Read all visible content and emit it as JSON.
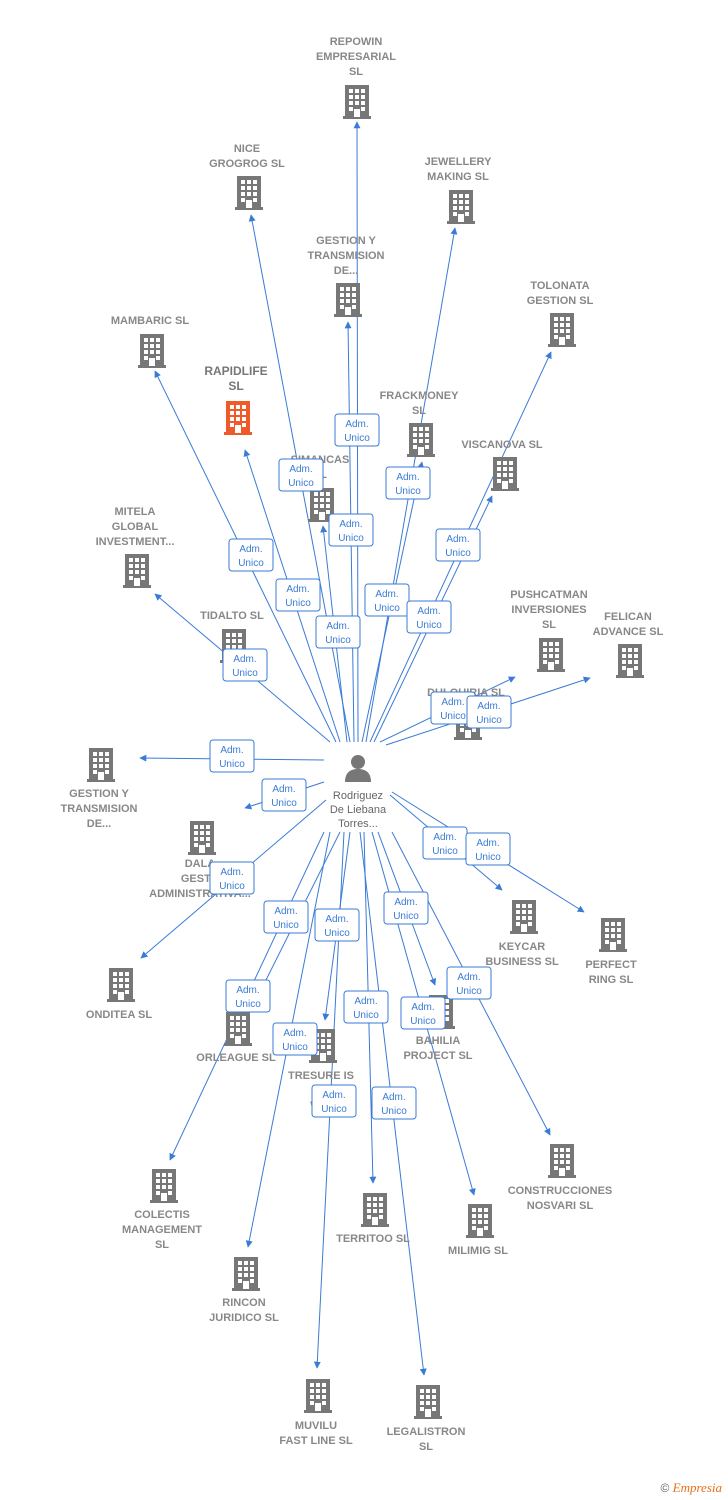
{
  "colors": {
    "edge": "#3a7bd5",
    "building": "#777777",
    "highlight": "#f05a28",
    "badge_border": "#3a7bd5"
  },
  "center": {
    "label_lines": [
      "Rodriguez",
      "De Liebana",
      "Torres..."
    ],
    "icon": "person-icon"
  },
  "badge_text": [
    "Adm.",
    "Unico"
  ],
  "nodes": [
    {
      "id": "repowin",
      "lines": [
        "REPOWIN",
        "EMPRESARIAL",
        "SL"
      ]
    },
    {
      "id": "nice",
      "lines": [
        "NICE",
        "GROGROG SL"
      ]
    },
    {
      "id": "jewellery",
      "lines": [
        "JEWELLERY",
        "MAKING SL"
      ]
    },
    {
      "id": "gestion-transmision-top",
      "lines": [
        "GESTION Y",
        "TRANSMISION",
        "DE..."
      ]
    },
    {
      "id": "tolonata",
      "lines": [
        "TOLONATA",
        "GESTION SL"
      ]
    },
    {
      "id": "mambaric",
      "lines": [
        "MAMBARIC SL"
      ]
    },
    {
      "id": "rapidlife",
      "lines": [
        "RAPIDLIFE",
        "SL"
      ],
      "highlight": true
    },
    {
      "id": "frackmoney",
      "lines": [
        "FRACKMONEY",
        "SL"
      ]
    },
    {
      "id": "simancas",
      "lines": [
        "SIMANCAS",
        "SL"
      ]
    },
    {
      "id": "viscanova",
      "lines": [
        "VISCANOVA SL"
      ]
    },
    {
      "id": "mitela",
      "lines": [
        "MITELA",
        "GLOBAL",
        "INVESTMENT..."
      ]
    },
    {
      "id": "pushcatman",
      "lines": [
        "PUSHCATMAN",
        "INVERSIONES",
        "SL"
      ]
    },
    {
      "id": "felican",
      "lines": [
        "FELICAN",
        "ADVANCE SL"
      ]
    },
    {
      "id": "tidalto",
      "lines": [
        "TIDALTO SL"
      ]
    },
    {
      "id": "dulquiria",
      "lines": [
        "DULQUIRIA SL"
      ]
    },
    {
      "id": "gestion-transmision-left",
      "lines": [
        "GESTION Y",
        "TRANSMISION",
        "DE..."
      ]
    },
    {
      "id": "dala",
      "lines": [
        "DALA",
        "GESTO",
        "ADMINISTRATIVA..."
      ]
    },
    {
      "id": "keycar",
      "lines": [
        "KEYCAR",
        "BUSINESS SL"
      ]
    },
    {
      "id": "perfect-ring",
      "lines": [
        "PERFECT",
        "RING SL"
      ]
    },
    {
      "id": "onditea",
      "lines": [
        "ONDITEA SL"
      ]
    },
    {
      "id": "orleague",
      "lines": [
        "ORLEAGUE SL"
      ]
    },
    {
      "id": "tresure",
      "lines": [
        "TRESURE IS",
        "HI",
        "WHI"
      ]
    },
    {
      "id": "bahilia",
      "lines": [
        "BAHILIA",
        "PROJECT SL"
      ]
    },
    {
      "id": "construcciones",
      "lines": [
        "CONSTRUCCIONES",
        "NOSVARI SL"
      ]
    },
    {
      "id": "colectis",
      "lines": [
        "COLECTIS",
        "MANAGEMENT",
        "SL"
      ]
    },
    {
      "id": "territoo",
      "lines": [
        "TERRITOO SL"
      ]
    },
    {
      "id": "milimig",
      "lines": [
        "MILIMIG SL"
      ]
    },
    {
      "id": "rincon",
      "lines": [
        "RINCON",
        "JURIDICO SL"
      ]
    },
    {
      "id": "muvilu",
      "lines": [
        "MUVILU",
        "FAST LINE SL"
      ]
    },
    {
      "id": "legalistron",
      "lines": [
        "LEGALISTRON",
        "SL"
      ]
    }
  ],
  "footer": {
    "copyright": "©",
    "brand": "Empresia"
  }
}
